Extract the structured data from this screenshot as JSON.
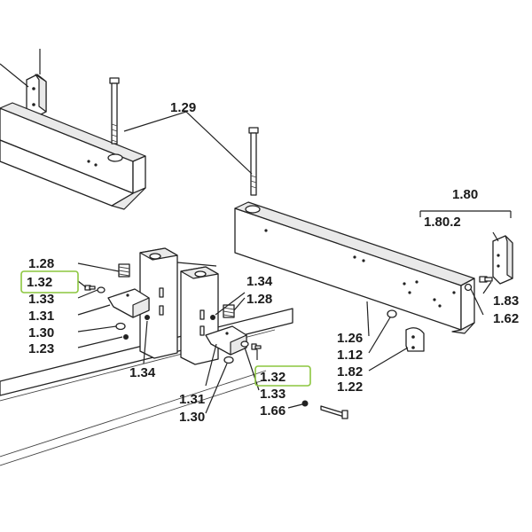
{
  "labels": {
    "l_1_29": "1.29",
    "l_1_80": "1.80",
    "l_1_80_2": "1.80.2",
    "l_1_83": "1.83",
    "l_1_62": "1.62",
    "l_1_28_left": "1.28",
    "l_1_32_left": "1.32",
    "l_1_33_left": "1.33",
    "l_1_31_left": "1.31",
    "l_1_30_left": "1.30",
    "l_1_23": "1.23",
    "l_1_34_bottom": "1.34",
    "l_1_34_right": "1.34",
    "l_1_28_right": "1.28",
    "l_1_26": "1.26",
    "l_1_12": "1.12",
    "l_1_82": "1.82",
    "l_1_22": "1.22",
    "l_1_32_right": "1.32",
    "l_1_33_right": "1.33",
    "l_1_66": "1.66",
    "l_1_31_right": "1.31",
    "l_1_30_right": "1.30"
  },
  "colors": {
    "highlight_box": "#8cc63f",
    "line": "#222222",
    "background": "#ffffff"
  }
}
